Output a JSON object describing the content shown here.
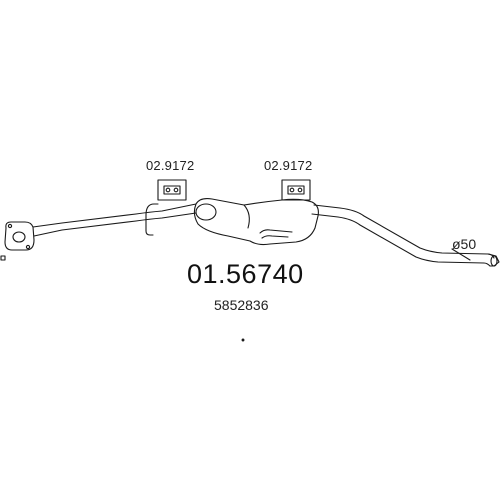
{
  "diagram": {
    "main_part_number": "01.56740",
    "oem_number": "5852836",
    "hanger_left_number": "02.9172",
    "hanger_right_number": "02.9172",
    "pipe_diameter_label": "ø50"
  },
  "colors": {
    "line": "#1a1a1a",
    "text": "#222222",
    "background": "#ffffff"
  }
}
